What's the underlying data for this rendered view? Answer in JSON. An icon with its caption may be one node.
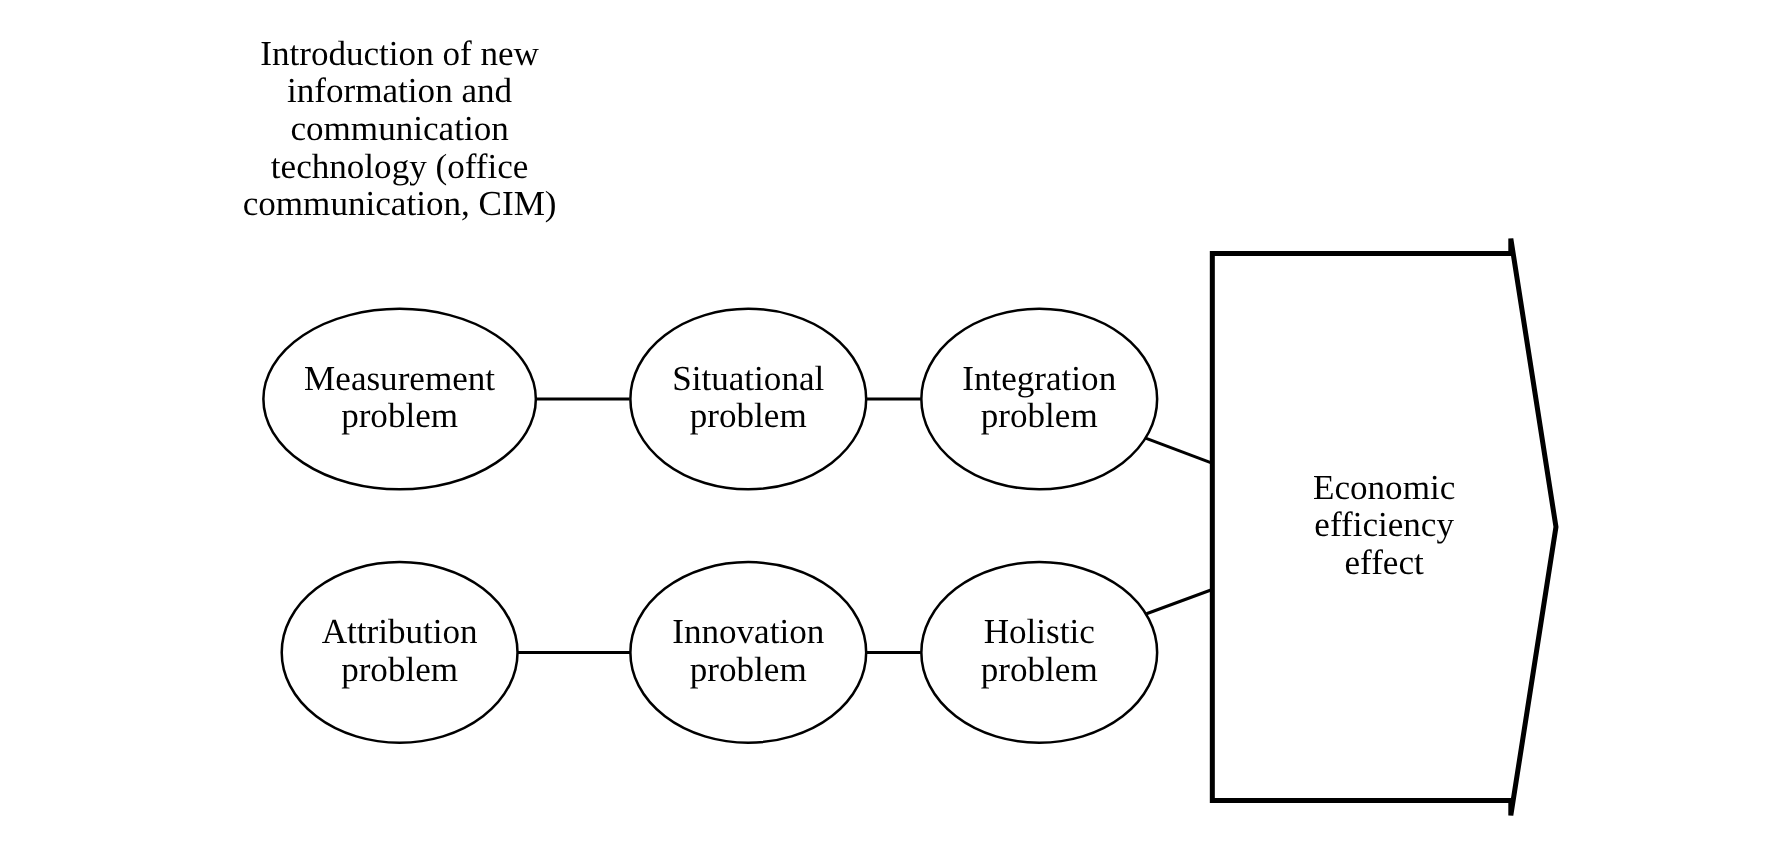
{
  "diagram": {
    "nodes": [
      {
        "text": [
          "Measurement problem"
        ]
      },
      {
        "text": [
          "Situational problem"
        ]
      },
      {
        "text": [
          "Integration problem"
        ]
      },
      {
        "text": [
          "Attribution problem"
        ]
      },
      {
        "text": [
          "Innovation problem"
        ]
      },
      {
        "text": [
          "Holistic problem"
        ]
      },
      {
        "text": [
          "Economic efficiency effect"
        ]
      }
    ],
    "edges": [
      {
        "from": 0,
        "to": 1,
        "arrow": "none"
      },
      {
        "from": 1,
        "to": 2,
        "arrow": "none"
      },
      {
        "from": 2,
        "to": 6,
        "arrow": "none"
      },
      {
        "from": 3,
        "to": 4,
        "arrow": "none"
      },
      {
        "from": 4,
        "to": 5,
        "arrow": "none"
      },
      {
        "from": 5,
        "to": 6,
        "arrow": "none"
      }
    ],
    "labels": [
      "Introduction of new information and communication technology (office communication, CIM)"
    ]
  }
}
